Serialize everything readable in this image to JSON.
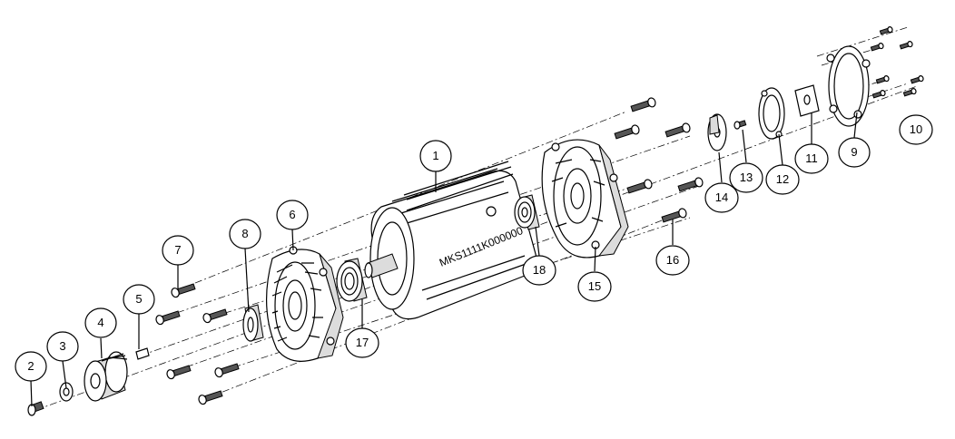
{
  "diagram": {
    "motor_label": "MKS1111K000000",
    "callouts": [
      {
        "id": "1",
        "label": "1"
      },
      {
        "id": "2",
        "label": "2"
      },
      {
        "id": "3",
        "label": "3"
      },
      {
        "id": "4",
        "label": "4"
      },
      {
        "id": "5",
        "label": "5"
      },
      {
        "id": "6",
        "label": "6"
      },
      {
        "id": "7",
        "label": "7"
      },
      {
        "id": "8",
        "label": "8"
      },
      {
        "id": "9",
        "label": "9"
      },
      {
        "id": "10",
        "label": "10"
      },
      {
        "id": "11",
        "label": "11"
      },
      {
        "id": "12",
        "label": "12"
      },
      {
        "id": "13",
        "label": "13"
      },
      {
        "id": "14",
        "label": "14"
      },
      {
        "id": "15",
        "label": "15"
      },
      {
        "id": "16",
        "label": "16"
      },
      {
        "id": "17",
        "label": "17"
      },
      {
        "id": "18",
        "label": "18"
      }
    ]
  }
}
